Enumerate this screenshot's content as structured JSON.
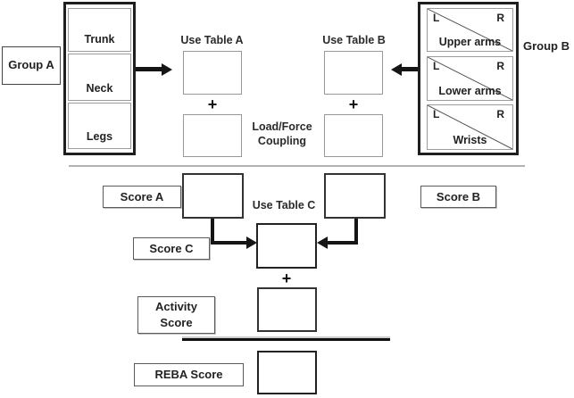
{
  "group_a": {
    "label": "Group A",
    "items": [
      "Trunk",
      "Neck",
      "Legs"
    ]
  },
  "group_b": {
    "label": "Group B",
    "items": [
      {
        "left": "L",
        "right": "R",
        "label": "Upper arms"
      },
      {
        "left": "L",
        "right": "R",
        "label": "Lower arms"
      },
      {
        "left": "L",
        "right": "R",
        "label": "Wrists"
      }
    ]
  },
  "labels": {
    "use_table_a": "Use Table A",
    "use_table_b": "Use Table B",
    "use_table_c": "Use Table C",
    "load_force_coupling": "Load/Force Coupling",
    "score_a": "Score A",
    "score_b": "Score B",
    "score_c": "Score C",
    "activity_score": "Activity Score",
    "reba_score": "REBA Score",
    "plus": "+"
  },
  "colors": {
    "light_box_border": "#979797",
    "dark_box_border": "#333333",
    "container_border": "#1f1f1f",
    "arrow": "#151515",
    "text": "#222222",
    "background": "#ffffff"
  }
}
